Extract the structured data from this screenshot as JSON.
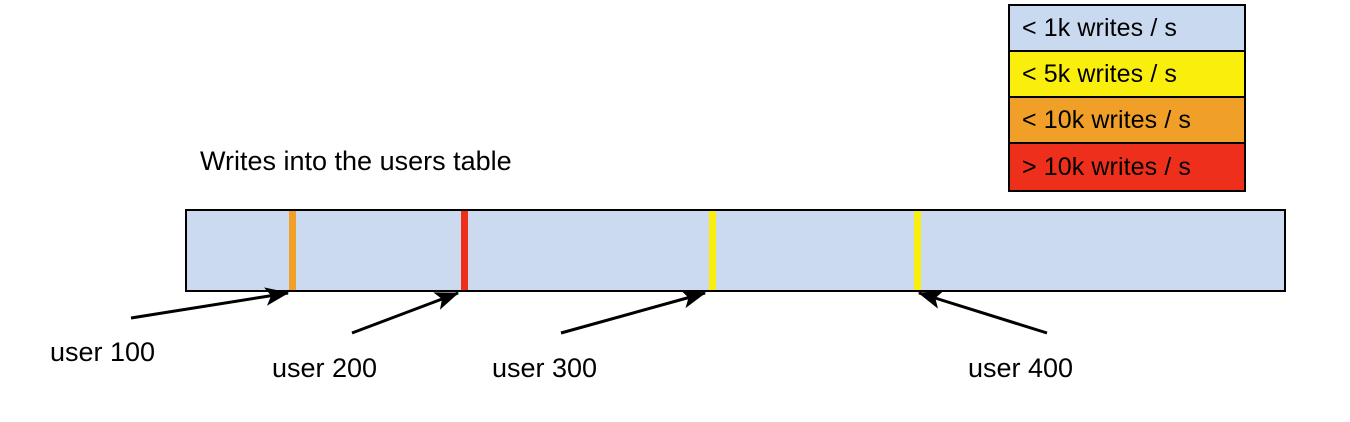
{
  "chart_data": {
    "type": "bar",
    "title": "Writes into the users table",
    "xlabel": "",
    "ylabel": "",
    "orientation": "horizontal",
    "description": "A single horizontal band representing the users table keyspace, shaded by write rate, with four partition boundary markers labelled by user id.",
    "bar_fill_color": "#ccdaef",
    "bar_default_class": "< 1k writes / s",
    "categories": [
      "user 100",
      "user 200",
      "user 300",
      "user 400"
    ],
    "markers": [
      {
        "label": "user 100",
        "position_pct": 9.6,
        "color": "#f0a028",
        "class": "< 10k writes / s"
      },
      {
        "label": "user 200",
        "position_pct": 25.2,
        "color": "#ee2f1c",
        "class": "> 10k writes / s"
      },
      {
        "label": "user 300",
        "position_pct": 47.6,
        "color": "#faee0c",
        "class": "< 5k writes / s"
      },
      {
        "label": "user 400",
        "position_pct": 66.2,
        "color": "#faee0c",
        "class": "< 5k writes / s"
      }
    ],
    "legend_position": "top-right",
    "legend": [
      {
        "label": "< 1k writes / s",
        "color": "#c9d9ef"
      },
      {
        "label": "< 5k writes / s",
        "color": "#faee0c"
      },
      {
        "label": "< 10k writes / s",
        "color": "#f0a028"
      },
      {
        "label": "> 10k writes / s",
        "color": "#ee2f1c"
      }
    ]
  },
  "title": {
    "text": "Writes into the users table"
  },
  "legend": {
    "rows": [
      {
        "label": "< 1k writes / s",
        "color": "#c9d9ef"
      },
      {
        "label": "< 5k writes / s",
        "color": "#faee0c"
      },
      {
        "label": "< 10k writes / s",
        "color": "#f0a028"
      },
      {
        "label": "> 10k writes / s",
        "color": "#ee2f1c"
      }
    ]
  },
  "bar": {
    "fill_color": "#ccdaef",
    "border_color": "#000000",
    "markers": [
      {
        "label": "user 100",
        "color": "#f0a028"
      },
      {
        "label": "user 200",
        "color": "#ee2f1c"
      },
      {
        "label": "user 300",
        "color": "#faee0c"
      },
      {
        "label": "user 400",
        "color": "#faee0c"
      }
    ]
  },
  "labels": [
    {
      "text": "user 100"
    },
    {
      "text": "user 200"
    },
    {
      "text": "user 300"
    },
    {
      "text": "user 400"
    }
  ]
}
